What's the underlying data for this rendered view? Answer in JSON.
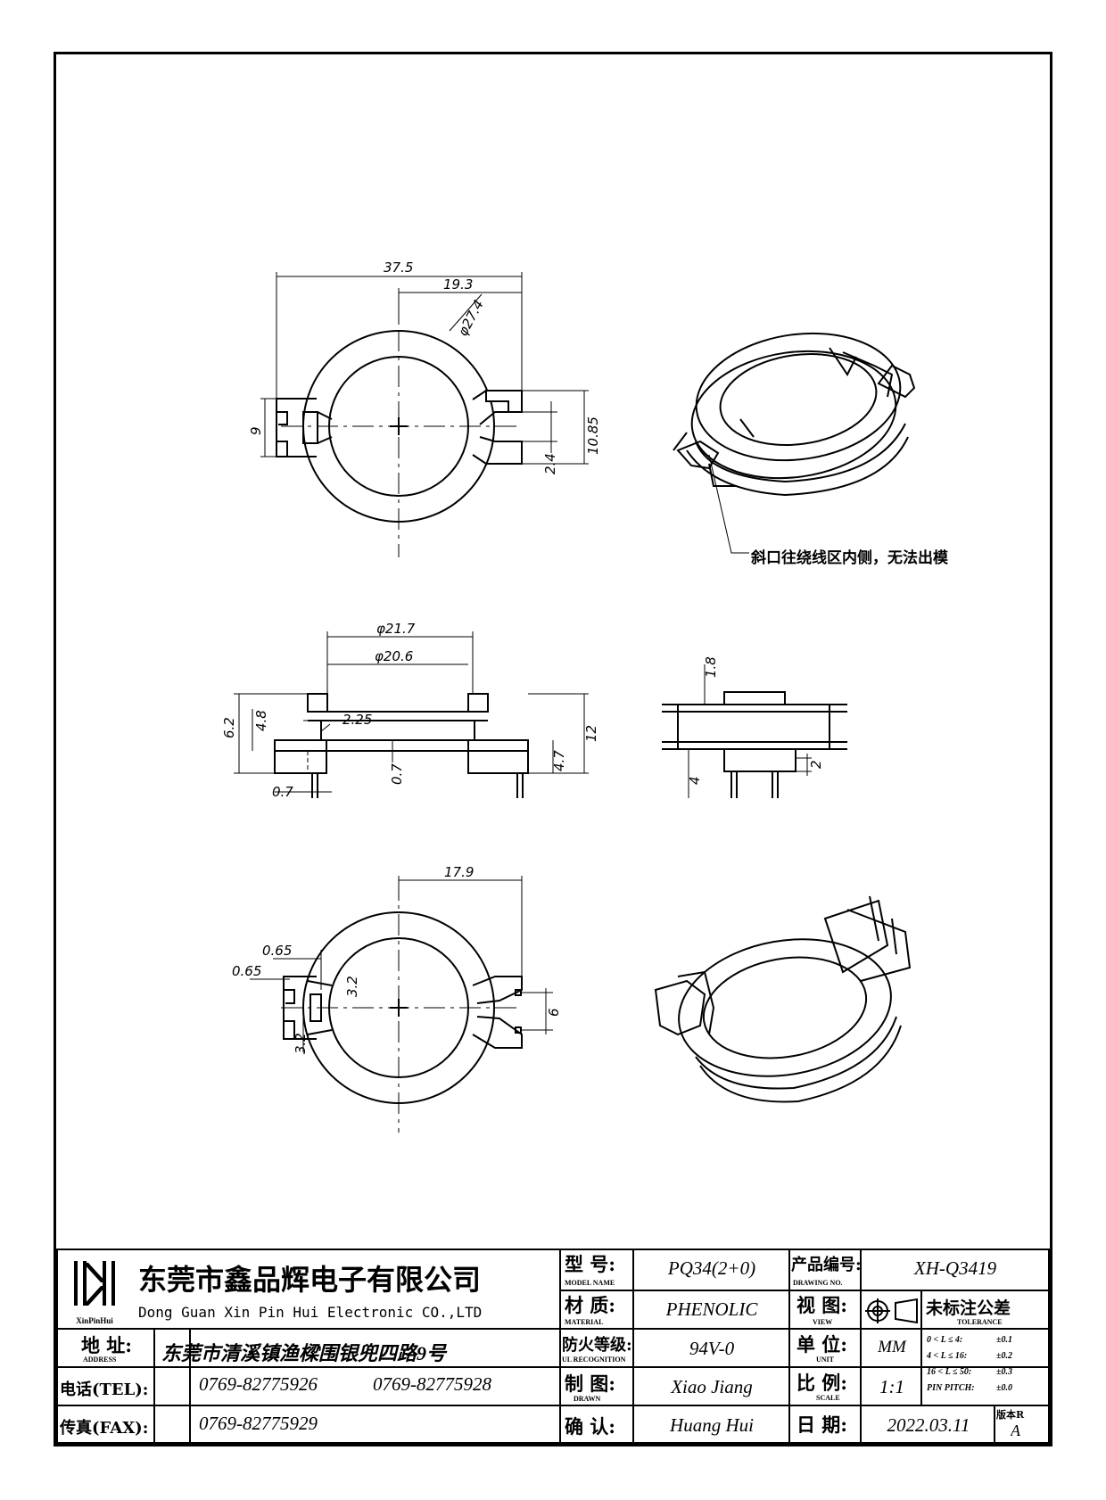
{
  "drawing": {
    "top_view": {
      "dims": [
        "37.5",
        "19.3",
        "φ27.4",
        "9",
        "10.85",
        "2.4"
      ]
    },
    "iso_view_top": {
      "note": "斜口往绕线区内侧，无法出模"
    },
    "side_view": {
      "dims": [
        "φ21.7",
        "φ20.6",
        "6.2",
        "4.8",
        "2.25",
        "0.7",
        "0.7",
        "4.7",
        "12"
      ]
    },
    "end_view": {
      "dims": [
        "1.8",
        "4",
        "2"
      ]
    },
    "bottom_view": {
      "dims": [
        "17.9",
        "0.65",
        "0.65",
        "3.2",
        "3.2",
        "6"
      ]
    }
  },
  "title_block": {
    "logo_text": "XinPinHui",
    "company_cn": "东莞市鑫品辉电子有限公司",
    "company_en": "Dong Guan Xin Pin Hui Electronic CO.,LTD",
    "address_label": "地  址:",
    "address_sub": "ADDRESS",
    "address": "东莞市清溪镇渔樑围银兜四路9号",
    "tel_label": "电话(TEL):",
    "tel_1": "0769-82775926",
    "tel_2": "0769-82775928",
    "fax_label": "传真(FAX):",
    "fax": "0769-82775929",
    "model_label": "型  号:",
    "model_sub": "MODEL NAME",
    "model": "PQ34(2+0)",
    "material_label": "材  质:",
    "material_sub": "MATERIAL",
    "material": "PHENOLIC",
    "ul_label": "防火等级:",
    "ul_sub": "UL RECOGNITION",
    "ul": "94V-0",
    "drawn_label": "制  图:",
    "drawn_sub": "DRAWN",
    "drawn": "Xiao Jiang",
    "confirm_label": "确  认:",
    "confirm": "Huang Hui",
    "drawing_no_label": "产品编号:",
    "drawing_no_sub": "DRAWING NO.",
    "drawing_no": "XH-Q3419",
    "view_label": "视  图:",
    "view_sub": "VIEW",
    "unit_label": "单  位:",
    "unit_sub": "UNIT",
    "unit": "MM",
    "scale_label": "比  例:",
    "scale_sub": "SCALE",
    "scale": "1:1",
    "date_label": "日  期:",
    "date": "2022.03.11",
    "tolerance_label": "未标注公差",
    "tolerance_sub": "TOLERANCE",
    "tolerance_rows": [
      {
        "range": "0 < L ≤ 4:",
        "value": "±0.1"
      },
      {
        "range": "4 < L ≤ 16:",
        "value": "±0.2"
      },
      {
        "range": "16 < L ≤ 50:",
        "value": "±0.3"
      },
      {
        "range": "PIN PITCH:",
        "value": "±0.0"
      }
    ],
    "rev_label": "版本R",
    "rev": "A"
  }
}
